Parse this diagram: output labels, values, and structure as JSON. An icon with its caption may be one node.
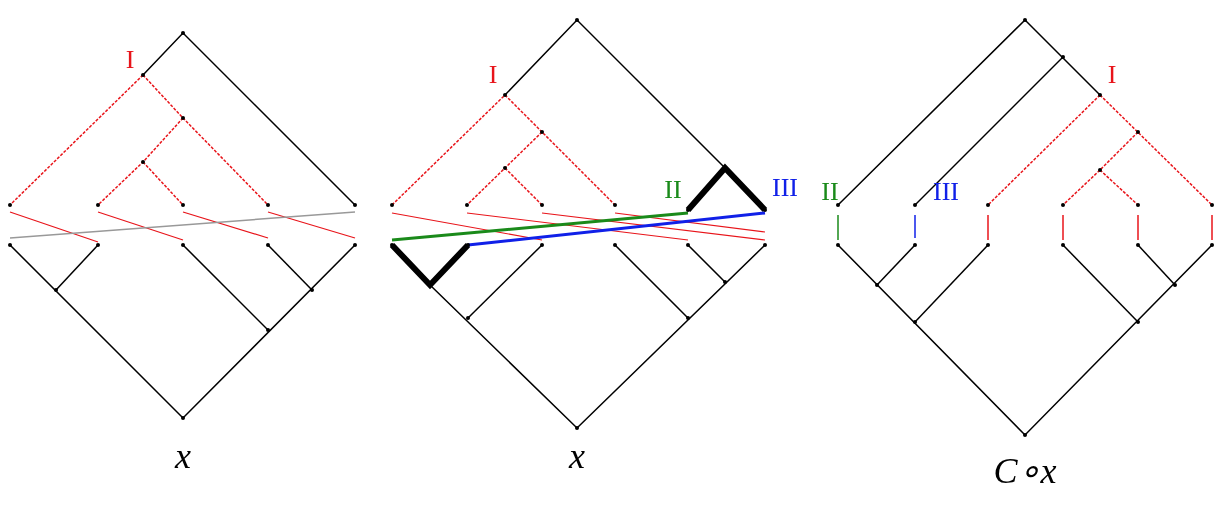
{
  "diagram": {
    "labels": [
      "I",
      "I",
      "I",
      "II",
      "III",
      "II",
      "III",
      "x",
      "x",
      "C∘x"
    ]
  }
}
